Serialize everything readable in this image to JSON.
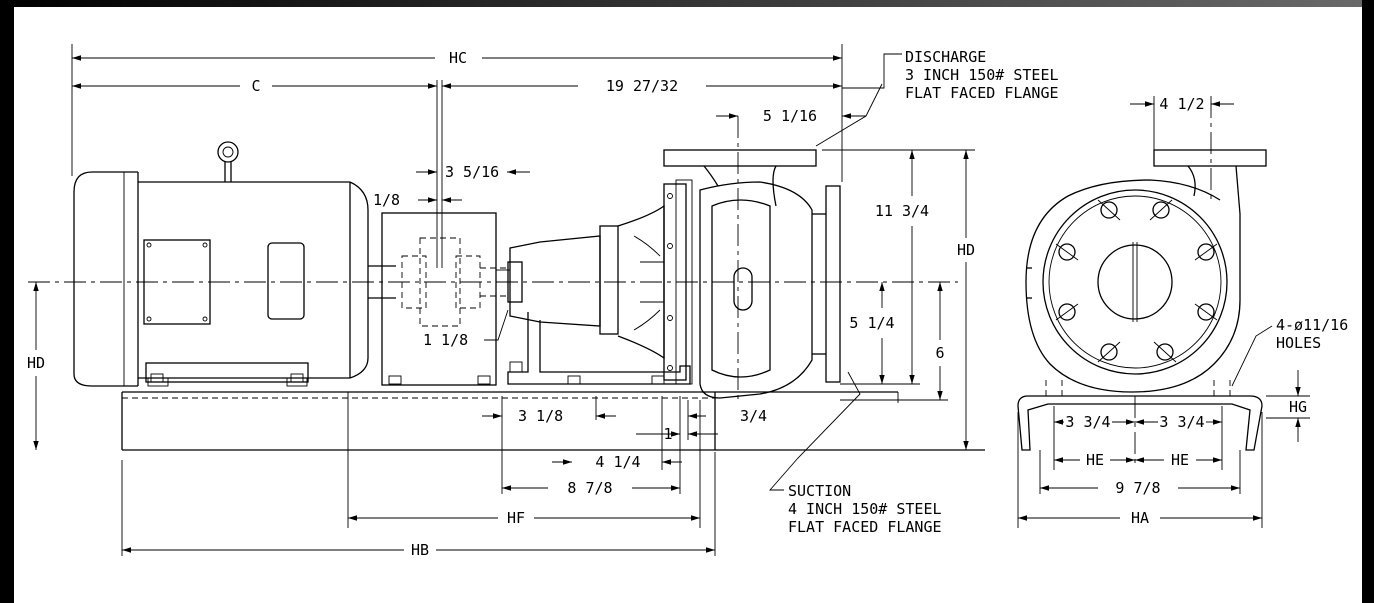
{
  "side_view": {
    "dims": {
      "hc": "HC",
      "c": "C",
      "overall_right": "19 27/32",
      "discharge_offset": "5 1/16",
      "coupling_gap": "3 5/16",
      "coupling_end": "1/8",
      "height_top": "11 3/4",
      "hd_right": "HD",
      "flange_center": "5 1/4",
      "suction_height": "6",
      "shaft_step": "1 1/8",
      "hd_left": "HD",
      "foot_a": "3 1/8",
      "foot_b": "3/4",
      "foot_c": "1",
      "foot_d": "4 1/4",
      "foot_e": "8 7/8",
      "hf": "HF",
      "hb": "HB"
    },
    "notes": {
      "discharge": [
        "DISCHARGE",
        "3 INCH 150# STEEL",
        "FLAT FACED FLANGE"
      ],
      "suction": [
        "SUCTION",
        "4 INCH 150# STEEL",
        "FLAT FACED FLANGE"
      ]
    }
  },
  "end_view": {
    "dims": {
      "flange_width": "4 1/2",
      "bolt_left": "3 3/4",
      "bolt_right": "3 3/4",
      "he_left": "HE",
      "he_right": "HE",
      "base_width": "9 7/8",
      "ha": "HA",
      "hg": "HG"
    },
    "notes": {
      "holes": [
        "4-ø11/16",
        "HOLES"
      ]
    }
  }
}
